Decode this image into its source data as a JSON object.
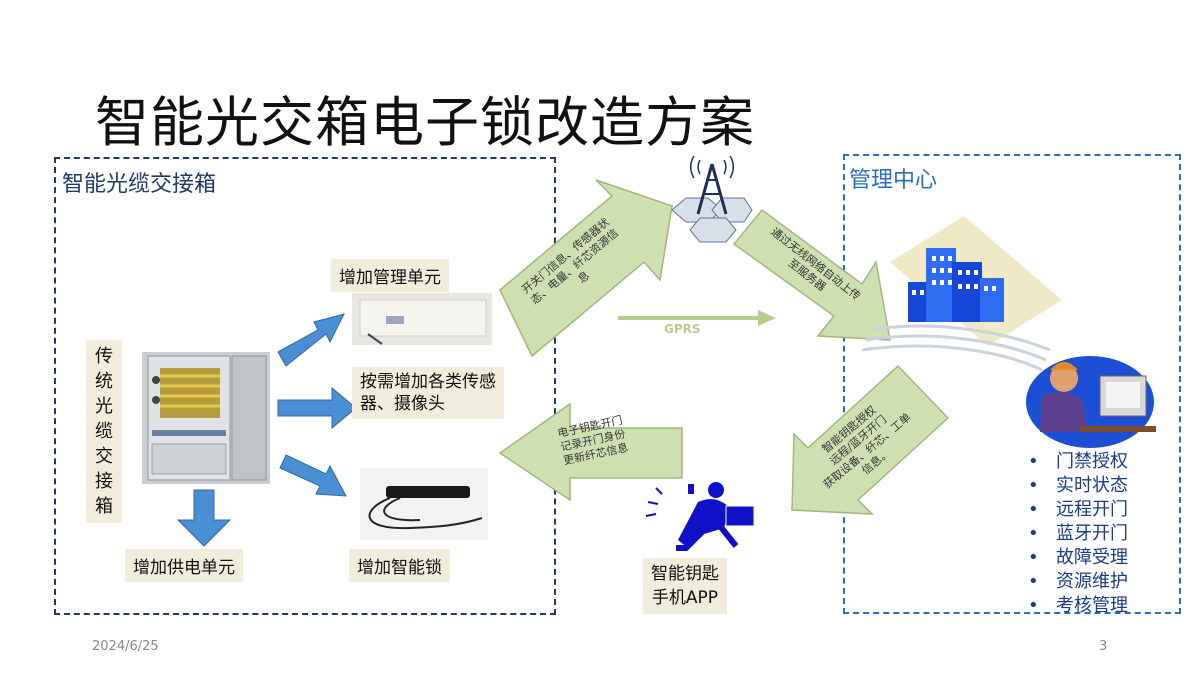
{
  "slide_title": "智能光交箱电子锁改造方案",
  "left_box": {
    "title": "智能光缆交接箱",
    "vertical_label": [
      "传",
      "统",
      "光",
      "缆",
      "交",
      "接",
      "箱"
    ],
    "labels": {
      "mgmt_unit": "增加管理单元",
      "sensors_line1": "按需增加各类传感",
      "sensors_line2": "器、摄像头",
      "power_unit": "增加供电单元",
      "smart_lock": "增加智能锁"
    }
  },
  "right_box": {
    "title": "管理中心",
    "features": [
      "门禁授权",
      "实时状态",
      "远程开门",
      "蓝牙开门",
      "故障受理",
      "资源维护",
      "考核管理"
    ]
  },
  "arrows": {
    "upload_line1": "开关门信息、传感器状",
    "upload_line2": "态、电量、纤芯资源信",
    "upload_line3": "息",
    "server_line1": "通过无线网络自动上传",
    "server_line2": "至服务器",
    "gprs": "GPRS",
    "auth_line1": "智能钥匙授权",
    "auth_line2": "远程/蓝牙开门",
    "auth_line3": "获取设备、纤芯、工单",
    "auth_line4": "信息。",
    "key_line1": "电子钥匙开门",
    "key_line2": "记录开门身份",
    "key_line3": "更新纤芯信息"
  },
  "app_label": {
    "line1": "智能钥匙",
    "line2": "手机APP"
  },
  "footer": {
    "date": "2024/6/25",
    "page": "3"
  },
  "colors": {
    "left_border": "#1f3a66",
    "right_border": "#2a6fb5",
    "green_arrow": "#cfe0b0",
    "green_arrow_stroke": "#9db87a",
    "blue_arrow": "#4a8fd4",
    "label_bg": "#f1eddc"
  }
}
